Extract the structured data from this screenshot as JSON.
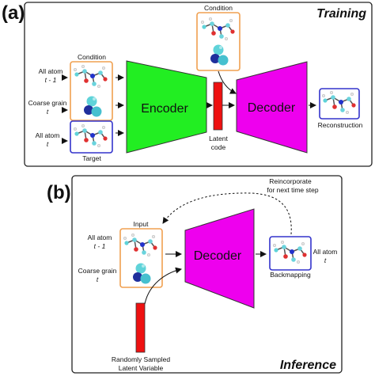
{
  "panel_a": {
    "letter": "(a)",
    "mode": "Training",
    "condition_label": "Condition",
    "inputs": [
      {
        "line1": "All atom",
        "line2": "t - 1"
      },
      {
        "line1": "Coarse grain",
        "line2": "t"
      },
      {
        "line1": "All atom",
        "line2": "t"
      }
    ],
    "target_label": "Target",
    "encoder_label": "Encoder",
    "decoder_label": "Decoder",
    "latent_label": {
      "line1": "Latent",
      "line2": "code"
    },
    "top_condition_label": "Condition",
    "reconstruction_label": "Reconstruction"
  },
  "panel_b": {
    "letter": "(b)",
    "mode": "Inference",
    "reincorporate_label": {
      "line1": "Reincorporate",
      "line2": "for next time step"
    },
    "input_label": "Input",
    "inputs": [
      {
        "line1": "All atom",
        "line2": "t - 1"
      },
      {
        "line1": "Coarse grain",
        "line2": "t"
      }
    ],
    "decoder_label": "Decoder",
    "backmapping_label": "Backmapping",
    "output": {
      "line1": "All atom",
      "line2": "t"
    },
    "latent_label": {
      "line1": "Randomly Sampled",
      "line2": "Latent Variable"
    }
  },
  "colors": {
    "encoder": "#22ee22",
    "decoder": "#ee00ee",
    "latent": "#ee1111",
    "condition_box": "#f0a050",
    "target_box": "#3333cc"
  },
  "icons": [
    "molecule-icon",
    "coarse-grain-icon"
  ]
}
